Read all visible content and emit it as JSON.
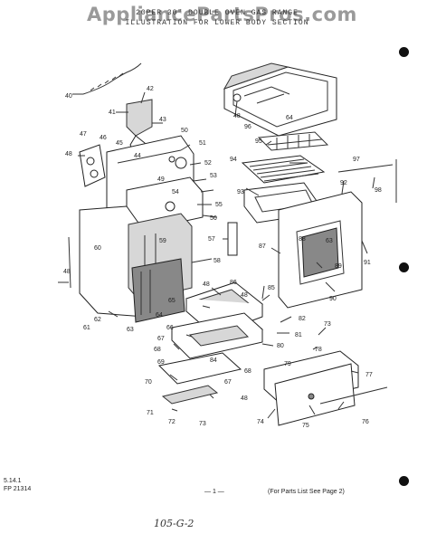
{
  "watermark": "AppliancePartsPros.com",
  "header": {
    "line1": "20PER 30\" DOUBLE OVEN GAS RANGE",
    "line2": "ILLUSTRATION FOR LOWER BODY SECTION"
  },
  "footer": {
    "code1": "5.14.1",
    "code2": "FP 21314",
    "page": "— 1 —",
    "note": "(For Parts List See Page 2)"
  },
  "handwritten": "105-G-2",
  "callouts": {
    "n40": "40",
    "n41": "41",
    "n42": "42",
    "n43": "43",
    "n44": "44",
    "n45": "45",
    "n46": "46",
    "n47": "47",
    "n48a": "48",
    "n48b": "48",
    "n48c": "48",
    "n48d": "48",
    "n48e": "48",
    "n48f": "48",
    "n49": "49",
    "n50": "50",
    "n51": "51",
    "n52": "52",
    "n53": "53",
    "n54": "54",
    "n55": "55",
    "n56": "56",
    "n57": "57",
    "n58": "58",
    "n59": "59",
    "n60": "60",
    "n61": "61",
    "n62": "62",
    "n63a": "63",
    "n63b": "63",
    "n64a": "64",
    "n64b": "64",
    "n65": "65",
    "n66": "66",
    "n67a": "67",
    "n67b": "67",
    "n68a": "68",
    "n68b": "68",
    "n69": "69",
    "n70": "70",
    "n71": "71",
    "n72": "72",
    "n73a": "73",
    "n73b": "73",
    "n74": "74",
    "n75": "75",
    "n76": "76",
    "n77": "77",
    "n78": "78",
    "n79": "79",
    "n80": "80",
    "n81": "81",
    "n82": "82",
    "n84": "84",
    "n85": "85",
    "n86": "86",
    "n87": "87",
    "n88": "88",
    "n89": "89",
    "n90": "90",
    "n91": "91",
    "n92": "92",
    "n93": "93",
    "n94": "94",
    "n95": "95",
    "n96": "96",
    "n97": "97",
    "n98": "98"
  }
}
